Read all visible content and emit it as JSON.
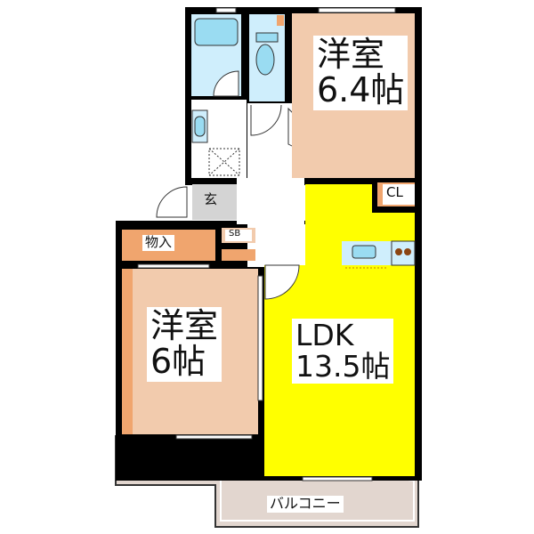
{
  "rooms": {
    "western_room_1": {
      "name": "洋室",
      "size": "6.4帖"
    },
    "western_room_2": {
      "name": "洋室",
      "size": "6帖"
    },
    "ldk": {
      "name": "LDK",
      "size": "13.5帖"
    },
    "closet": "CL",
    "entrance": "玄",
    "shoe_box": "SB",
    "storage": "物入",
    "balcony": "バルコニー"
  },
  "colors": {
    "western_room": "#f2cbad",
    "ldk": "#ffff00",
    "storage": "#f0a56e",
    "wet_area": "#cfeefc",
    "fixture": "#9adcf2",
    "entrance": "#d4d4d4",
    "balcony": "#e2d6cf",
    "wall": "#000000"
  }
}
